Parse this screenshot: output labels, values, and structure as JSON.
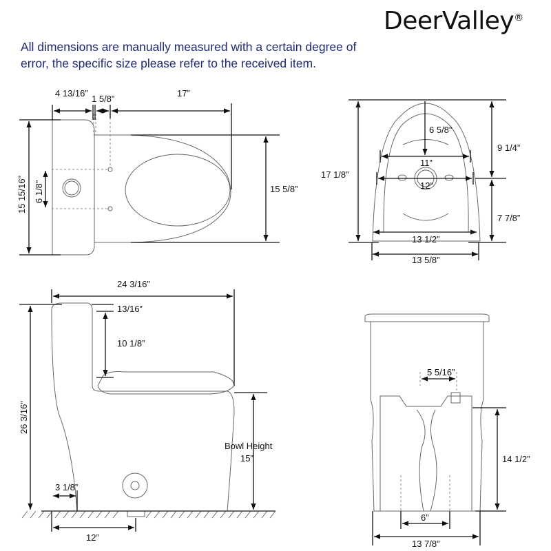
{
  "brand": {
    "name": "DeerValley",
    "mark": "®"
  },
  "notice": "All dimensions are manually measured with a certain degree of error, the specific size please refer to the received item.",
  "top_view": {
    "tank_depth": "4 13/16”",
    "gap": "1 5/8”",
    "bowl_length": "17”",
    "tank_width": "15 15/16”",
    "bolt_spacing": "6 1/8”",
    "bowl_width": "15 5/8”"
  },
  "front_view": {
    "total_depth": "17 1/8”",
    "inner_depth": "6 5/8”",
    "upper": "9 1/4”",
    "lower": "7 7/8”",
    "inner_width": "11”",
    "outlet_width": "12”",
    "base_inner": "13 1/2”",
    "base_outer": "13 5/8”"
  },
  "side_view": {
    "total_length": "24 3/16”",
    "button_offset": "13/16”",
    "tank_height": "10 1/8”",
    "total_height": "26 3/16”",
    "bowl_height_label": "Bowl Height",
    "bowl_height": "15”",
    "wall_gap": "3 1/8”",
    "rough_in": "12”"
  },
  "rear_view": {
    "trap": "5 5/16”",
    "height": "14 1/2”",
    "foot_inner": "6”",
    "base_width": "13 7/8”"
  }
}
